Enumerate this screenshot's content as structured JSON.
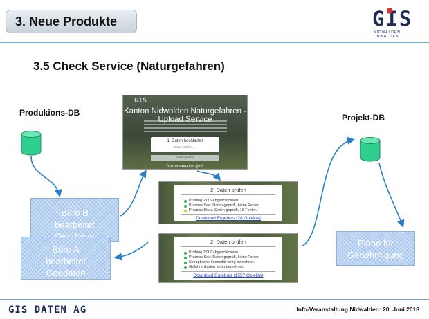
{
  "slide": {
    "title": "3. Neue Produkte",
    "subtitle": "3.5 Check Service (Naturgefahren)",
    "logo_text": "GIS",
    "logo_tagline": "NIDWALDEN OBWALDEN"
  },
  "left": {
    "db_label": "Produkions-DB",
    "buero_b": [
      "Büro B",
      "bearbeitet",
      "Geodaten"
    ],
    "buero_a": [
      "Büro A",
      "bearbeitet",
      "Geodaten"
    ]
  },
  "right": {
    "db_label": "Projekt-DB",
    "plaene": [
      "Pläne für",
      "Genehmigung"
    ]
  },
  "upload": {
    "brand": "GIS",
    "title": "Kanton Nidwalden Naturgefahren - Upload Service",
    "step1": "1. Daten hochladen",
    "step1_hint": "Datei wählen ...",
    "button": "Daten prüfen",
    "doc_link": "Dokumentation (pdf)"
  },
  "result1": {
    "heading": "2. Daten prüfen",
    "items": [
      {
        "text": "Prüfung 2716 abgeschlossen...",
        "status": "ok"
      },
      {
        "text": "Prozess See: Daten geprüft, keine Fehler.",
        "status": "ok"
      },
      {
        "text": "Prozess Sturz: Daten geprüft, 16 Fehler.",
        "status": "warn"
      }
    ],
    "link": "Download Ergebnis (28 Objekte)"
  },
  "result2": {
    "heading": "2. Daten prüfen",
    "items": [
      {
        "text": "Prüfung 2717 abgeschlossen...",
        "status": "ok"
      },
      {
        "text": "Prozess See: Daten geprüft, keine Fehler.",
        "status": "ok"
      },
      {
        "text": "Synoptische Intensität fertig berechnet.",
        "status": "ok"
      },
      {
        "text": "Gefahrenkarten fertig berechnet.",
        "status": "ok"
      }
    ],
    "link": "Download Ergebnis (1557 Objekte)"
  },
  "footer": {
    "company": "GIS DATEN AG",
    "event": "Info-Veranstaltung Nidwalden: 20. Juni 2018"
  },
  "colors": {
    "database": "#2fcf8f",
    "arrow": "#2a7fc6",
    "box": "#a9c8ee",
    "frame": "#7fa7c4"
  }
}
